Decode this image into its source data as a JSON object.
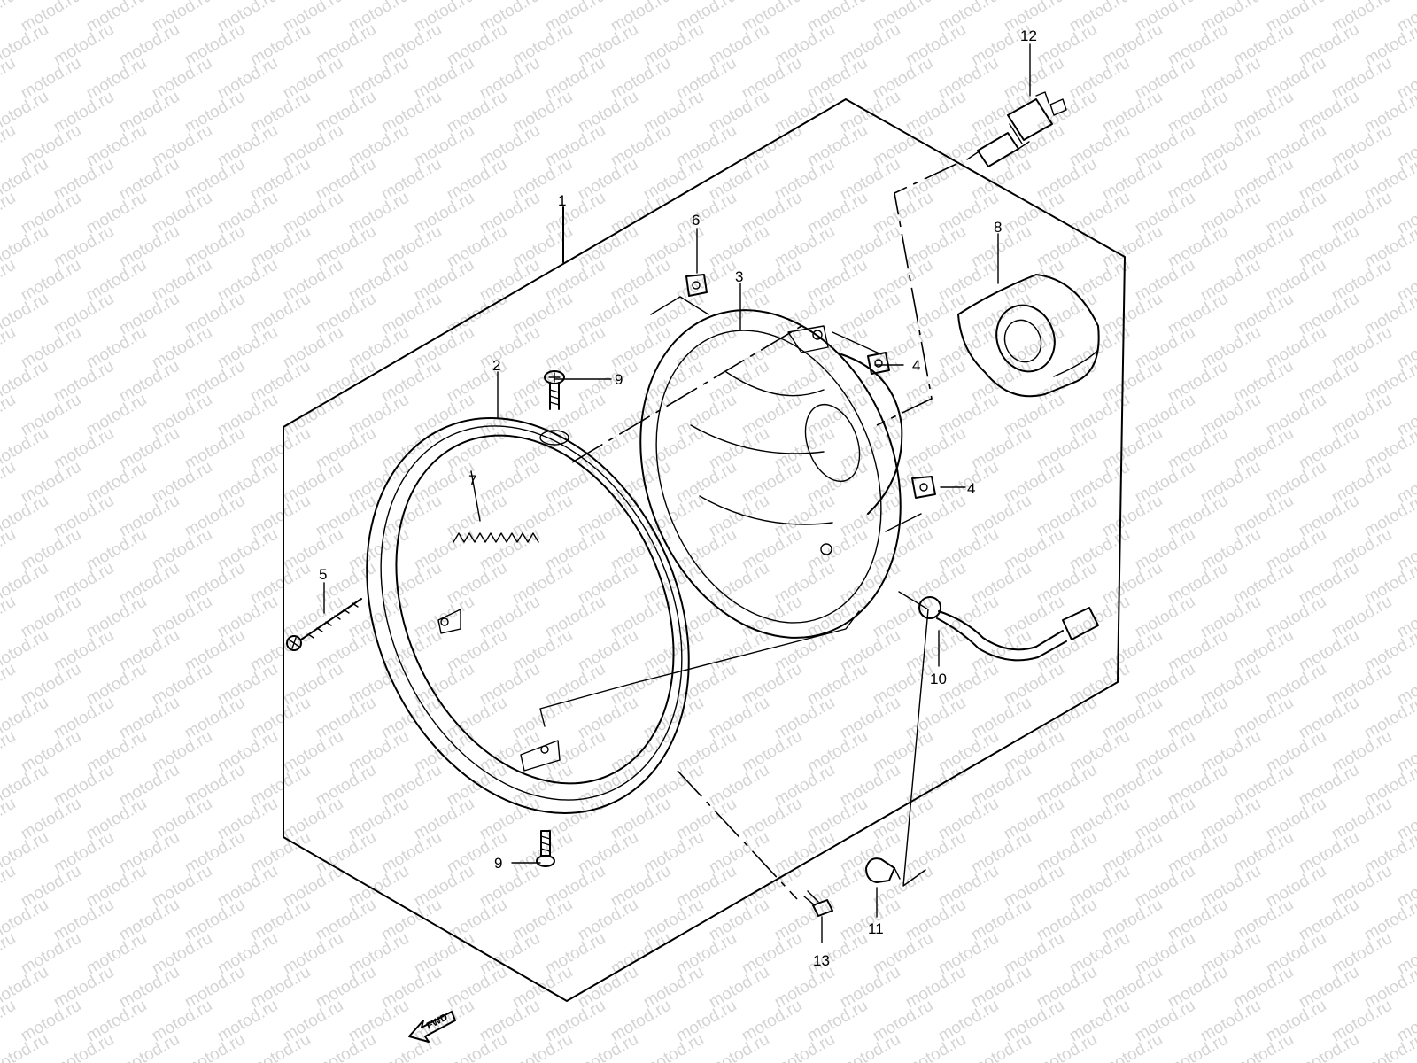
{
  "diagram": {
    "watermark": "motod.ru",
    "direction_label": "FWD",
    "callouts": [
      {
        "id": "1",
        "text": "1"
      },
      {
        "id": "2",
        "text": "2"
      },
      {
        "id": "3",
        "text": "3"
      },
      {
        "id": "4a",
        "text": "4"
      },
      {
        "id": "4b",
        "text": "4"
      },
      {
        "id": "5",
        "text": "5"
      },
      {
        "id": "6",
        "text": "6"
      },
      {
        "id": "7",
        "text": "7"
      },
      {
        "id": "8",
        "text": "8"
      },
      {
        "id": "9a",
        "text": "9"
      },
      {
        "id": "9b",
        "text": "9"
      },
      {
        "id": "10",
        "text": "10"
      },
      {
        "id": "11",
        "text": "11"
      },
      {
        "id": "12",
        "text": "12"
      },
      {
        "id": "13",
        "text": "13"
      }
    ]
  }
}
